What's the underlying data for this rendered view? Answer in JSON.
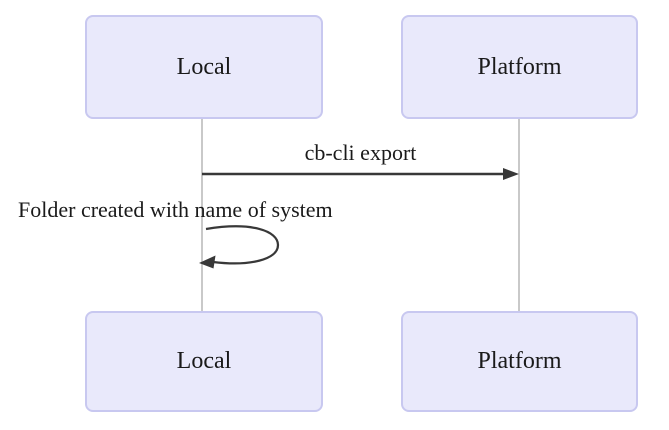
{
  "diagram": {
    "kind": "sequence-diagram",
    "actors_top": [
      {
        "label": "Local"
      },
      {
        "label": "Platform"
      }
    ],
    "actors_bottom": [
      {
        "label": "Local"
      },
      {
        "label": "Platform"
      }
    ],
    "messages": [
      {
        "from": "Local",
        "to": "Platform",
        "label": "cb-cli export",
        "kind": "arrow"
      },
      {
        "from": "Local",
        "to": "Local",
        "label": "Folder created with name of system",
        "kind": "self-loop"
      }
    ]
  },
  "colors": {
    "background": "#ffffff",
    "actor_fill": "#e9e9fb",
    "actor_border": "#c8c8f0",
    "lifeline": "#c9c9c9",
    "arrow": "#383838",
    "text": "#1a1a1a"
  }
}
